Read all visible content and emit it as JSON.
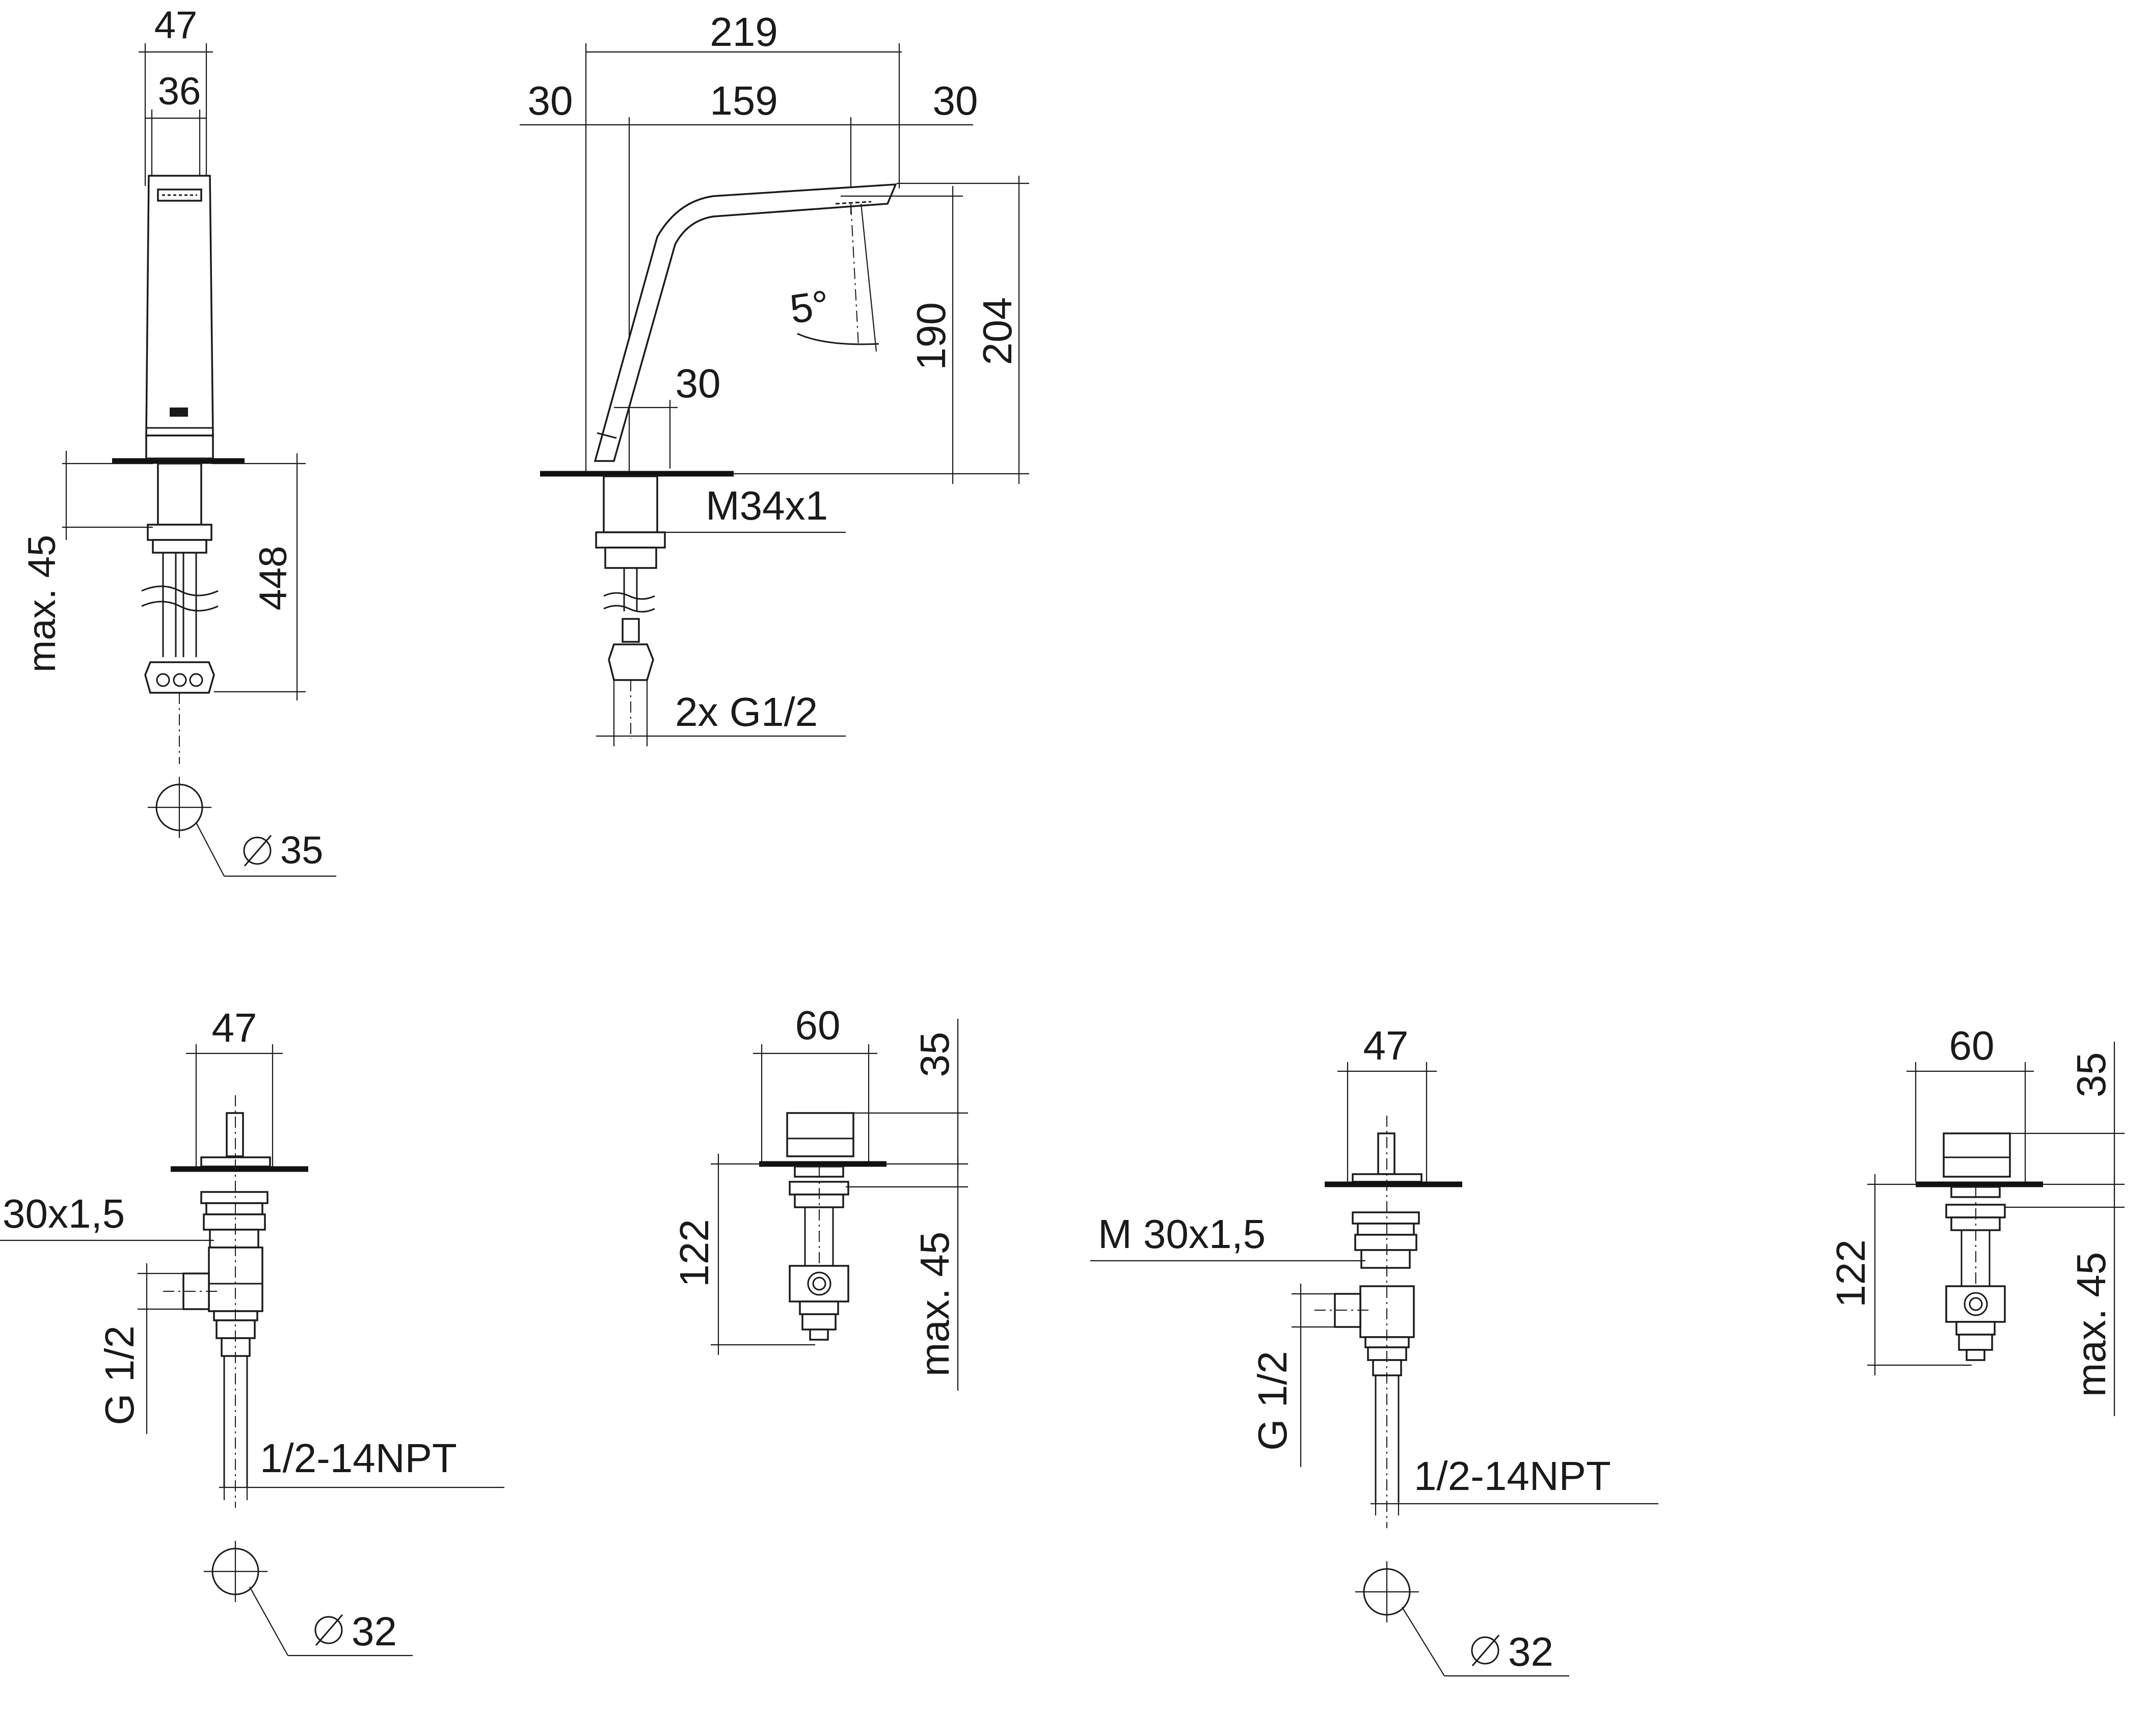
{
  "spout_front": {
    "width_outer": "47",
    "width_inner": "36",
    "depth_max": "max. 45",
    "length": "448",
    "hole_dia": "35"
  },
  "spout_side": {
    "length_total": "219",
    "offset_left": "30",
    "reach": "159",
    "offset_right": "30",
    "angle": "5°",
    "height_outlet": "190",
    "height_total": "204",
    "base_dim": "30",
    "thread": "M34x1",
    "connections": "2x G1/2"
  },
  "valve_left_side": {
    "width": "47",
    "thread": "30x1,5",
    "conn": "G 1/2",
    "npt": "1/2-14NPT",
    "hole_dia": "32"
  },
  "valve_left_front": {
    "width": "60",
    "handle_height": "35",
    "length": "122",
    "depth_max": "max. 45"
  },
  "valve_right_side": {
    "width": "47",
    "thread": "M 30x1,5",
    "conn": "G 1/2",
    "npt": "1/2-14NPT",
    "hole_dia": "32"
  },
  "valve_right_front": {
    "width": "60",
    "handle_height": "35",
    "length": "122",
    "depth_max": "max. 45"
  }
}
